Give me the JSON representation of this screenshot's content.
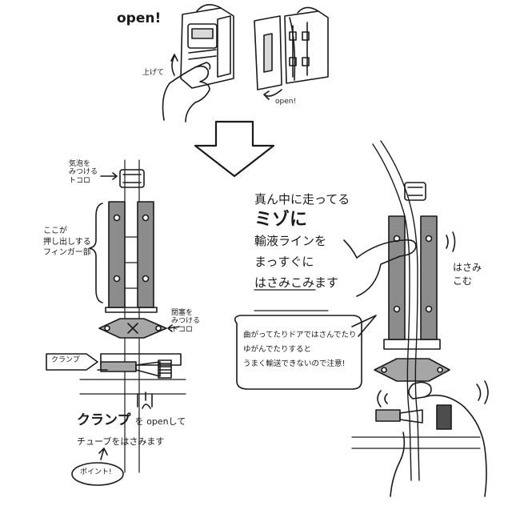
{
  "top": {
    "open_title": "open!",
    "lift_label": "上げて",
    "door_open_label": "open!"
  },
  "left": {
    "air_detector_label": "気泡を\nみつける\nトコロ",
    "finger_part_label": "ここが\n押し出しする\nフィンガー部",
    "occlusion_label": "閉塞を\nみつける\nトコロ",
    "clamp_tag": "クランプ",
    "instruction_line1_big": "クランプ",
    "instruction_line1_rest": "を openして",
    "instruction_line2": "チューブをはさみます",
    "point_badge": "ポイント!"
  },
  "right": {
    "main_text": [
      {
        "text": "真ん中に走ってる",
        "size": "big"
      },
      {
        "text": "ミゾに",
        "size": "xl"
      },
      {
        "text": "輸液ラインを",
        "size": "big"
      },
      {
        "text": "まっすぐに",
        "size": "big",
        "underline": true
      },
      {
        "text": "はさみこみます",
        "size": "big",
        "underline": true
      }
    ],
    "pinch_label": "はさみ\nこむ",
    "warning_lines": [
      "曲がってたりドアではさんでたり",
      "ゆがんでたりすると",
      "うまく輸送できないので注意!"
    ]
  }
}
